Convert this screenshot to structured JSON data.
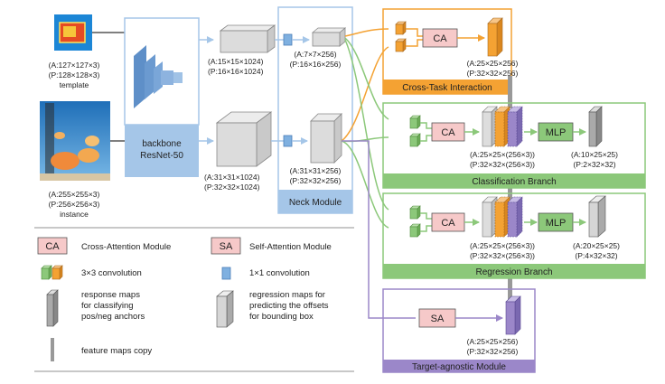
{
  "inputs": {
    "template": {
      "dims_a": "(A:127×127×3)",
      "dims_p": "(P:128×128×3)",
      "label": "template"
    },
    "instance": {
      "dims_a": "(A:255×255×3)",
      "dims_p": "(P:256×256×3)",
      "label": "instance"
    }
  },
  "backbone": {
    "line1": "backbone",
    "line2": "ResNet-50"
  },
  "backbone_outputs": {
    "top": {
      "dims_a": "(A:15×15×1024)",
      "dims_p": "(P:16×16×1024)"
    },
    "bottom": {
      "dims_a": "(A:31×31×1024)",
      "dims_p": "(P:32×32×1024)"
    }
  },
  "neck": {
    "label": "Neck Module",
    "top": {
      "dims_a": "(A:7×7×256)",
      "dims_p": "(P:16×16×256)"
    },
    "bottom": {
      "dims_a": "(A:31×31×256)",
      "dims_p": "(P:32×32×256)"
    }
  },
  "cross_task": {
    "title": "Cross-Task Interaction",
    "ca": "CA",
    "dims_a": "(A:25×25×256)",
    "dims_p": "(P:32×32×256)",
    "color": "#f4a233"
  },
  "classification": {
    "title": "Classification Branch",
    "ca": "CA",
    "mlp": "MLP",
    "dims_a": "(A:25×25×(256×3))",
    "dims_p": "(P:32×32×(256×3))",
    "out_a": "(A:10×25×25)",
    "out_p": "(P:2×32×32)",
    "color": "#8cc87a"
  },
  "regression": {
    "title": "Regression Branch",
    "ca": "CA",
    "mlp": "MLP",
    "dims_a": "(A:25×25×(256×3))",
    "dims_p": "(P:32×32×(256×3))",
    "out_a": "(A:20×25×25)",
    "out_p": "(P:4×32×32)",
    "color": "#8cc87a"
  },
  "target_agnostic": {
    "title": "Target-agnostic Module",
    "sa": "SA",
    "dims_a": "(A:25×25×256)",
    "dims_p": "(P:32×32×256)",
    "color": "#9b87c9"
  },
  "legend": {
    "ca": {
      "badge": "CA",
      "text": "Cross-Attention Module"
    },
    "sa": {
      "badge": "SA",
      "text": "Self-Attention Module"
    },
    "conv3": "3×3 convolution",
    "conv1": "1×1 convolution",
    "resp": [
      "response maps",
      "for classifying",
      "pos/neg anchors"
    ],
    "reg": [
      "regression maps for",
      "predicting the offsets",
      "for bounding box"
    ],
    "copy": "feature maps copy"
  }
}
